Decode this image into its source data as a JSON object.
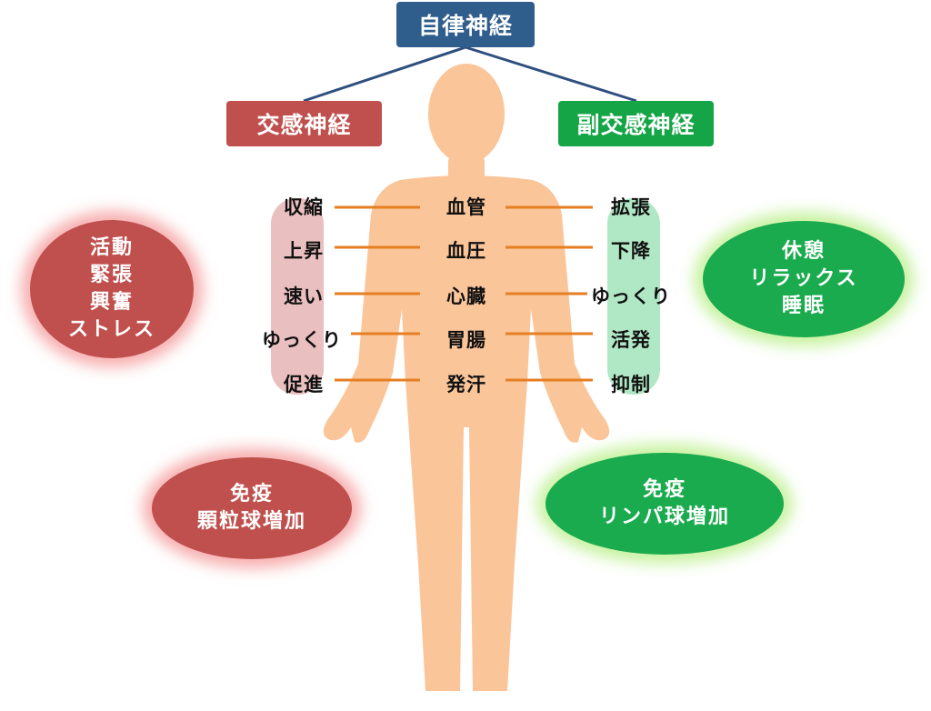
{
  "root": "自律神経",
  "sympathetic": {
    "title": "交感神経",
    "state_lines": [
      "活動",
      "緊張",
      "興奮",
      "ストレス"
    ],
    "immune_lines": [
      "免疫",
      "顆粒球増加"
    ]
  },
  "parasympathetic": {
    "title": "副交感神経",
    "state_lines": [
      "休憩",
      "リラックス",
      "睡眠"
    ],
    "immune_lines": [
      "免疫",
      "リンパ球増加"
    ]
  },
  "rows": [
    {
      "organ": "血管",
      "sympathetic": "収縮",
      "parasympathetic": "拡張"
    },
    {
      "organ": "血圧",
      "sympathetic": "上昇",
      "parasympathetic": "下降"
    },
    {
      "organ": "心臓",
      "sympathetic": "速い",
      "parasympathetic": "ゆっくり"
    },
    {
      "organ": "胃腸",
      "sympathetic": "ゆっくり",
      "parasympathetic": "活発"
    },
    {
      "organ": "発汗",
      "sympathetic": "促進",
      "parasympathetic": "抑制"
    }
  ],
  "colors": {
    "root_box": "#2f5d8c",
    "sympathetic": "#c0504d",
    "parasympathetic": "#15a546",
    "body": "#fbc59a",
    "connector": "#e67e22"
  }
}
